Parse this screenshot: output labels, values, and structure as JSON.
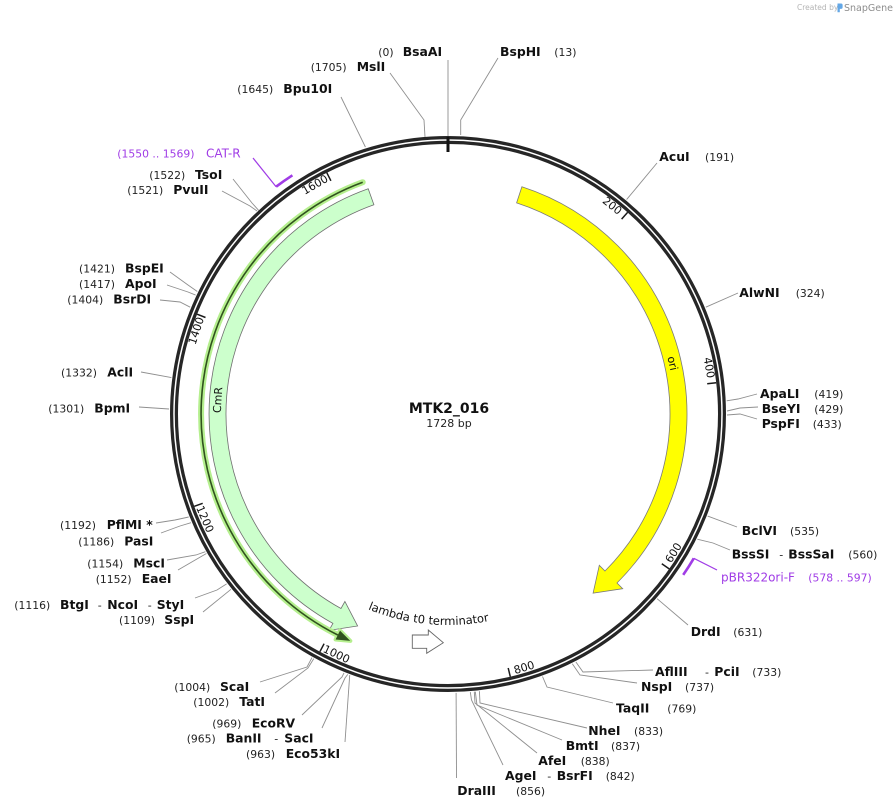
{
  "watermark": {
    "created_by": "Created by",
    "brand": "SnapGene"
  },
  "map": {
    "name": "MTK2_016",
    "length": "1728 bp"
  },
  "colors": {
    "backbone": "#262626",
    "ori": "#ffff00",
    "CmR": "#ccffcc",
    "orf_glow": "#b5ef8e",
    "orf_line": "#30521e",
    "terminator": "#ffffff",
    "primer": "#a03ce6"
  },
  "ticks": [
    "200",
    "400",
    "600",
    "800",
    "1000",
    "1200",
    "1400",
    "1600"
  ],
  "features": [
    {
      "name": "ori"
    },
    {
      "name": "CmR"
    },
    {
      "name": "lambda t0 terminator"
    }
  ],
  "primers": [
    {
      "name": "CAT-R",
      "range": "(1550 .. 1569)"
    },
    {
      "name": "pBR322ori-F",
      "range": "(578 .. 597)"
    }
  ],
  "separator": "-",
  "sites": [
    {
      "names": [
        "BsaAI"
      ],
      "position": "(0)"
    },
    {
      "names": [
        "BspHI"
      ],
      "position": "(13)"
    },
    {
      "names": [
        "AcuI"
      ],
      "position": "(191)"
    },
    {
      "names": [
        "AlwNI"
      ],
      "position": "(324)"
    },
    {
      "names": [
        "ApaLI"
      ],
      "position": "(419)"
    },
    {
      "names": [
        "BseYI"
      ],
      "position": "(429)"
    },
    {
      "names": [
        "PspFI"
      ],
      "position": "(433)"
    },
    {
      "names": [
        "BclVI"
      ],
      "position": "(535)"
    },
    {
      "names": [
        "BssSI",
        "BssSaI"
      ],
      "position": "(560)"
    },
    {
      "names": [
        "DrdI"
      ],
      "position": "(631)"
    },
    {
      "names": [
        "AflIII",
        "PciI"
      ],
      "position": "(733)"
    },
    {
      "names": [
        "NspI"
      ],
      "position": "(737)"
    },
    {
      "names": [
        "TaqII"
      ],
      "position": "(769)"
    },
    {
      "names": [
        "NheI"
      ],
      "position": "(833)"
    },
    {
      "names": [
        "BmtI"
      ],
      "position": "(837)"
    },
    {
      "names": [
        "AfeI"
      ],
      "position": "(838)"
    },
    {
      "names": [
        "AgeI",
        "BsrFI"
      ],
      "position": "(842)"
    },
    {
      "names": [
        "DraIII"
      ],
      "position": "(856)"
    },
    {
      "names": [
        "Eco53kI"
      ],
      "position": "(963)"
    },
    {
      "names": [
        "BanII",
        "SacI"
      ],
      "position": "(965)"
    },
    {
      "names": [
        "EcoRV"
      ],
      "position": "(969)"
    },
    {
      "names": [
        "TatI"
      ],
      "position": "(1002)"
    },
    {
      "names": [
        "ScaI"
      ],
      "position": "(1004)"
    },
    {
      "names": [
        "SspI"
      ],
      "position": "(1109)"
    },
    {
      "names": [
        "BtgI",
        "NcoI",
        "StyI"
      ],
      "position": "(1116)"
    },
    {
      "names": [
        "EaeI"
      ],
      "position": "(1152)"
    },
    {
      "names": [
        "MscI"
      ],
      "position": "(1154)"
    },
    {
      "names": [
        "PasI"
      ],
      "position": "(1186)"
    },
    {
      "names": [
        "PflMI *"
      ],
      "position": "(1192)"
    },
    {
      "names": [
        "BpmI"
      ],
      "position": "(1301)"
    },
    {
      "names": [
        "AclI"
      ],
      "position": "(1332)"
    },
    {
      "names": [
        "BsrDI"
      ],
      "position": "(1404)"
    },
    {
      "names": [
        "ApoI"
      ],
      "position": "(1417)"
    },
    {
      "names": [
        "BspEI"
      ],
      "position": "(1421)"
    },
    {
      "names": [
        "PvuII"
      ],
      "position": "(1521)"
    },
    {
      "names": [
        "TsoI"
      ],
      "position": "(1522)"
    },
    {
      "names": [
        "Bpu10I"
      ],
      "position": "(1645)"
    },
    {
      "names": [
        "MslI"
      ],
      "position": "(1705)"
    }
  ]
}
